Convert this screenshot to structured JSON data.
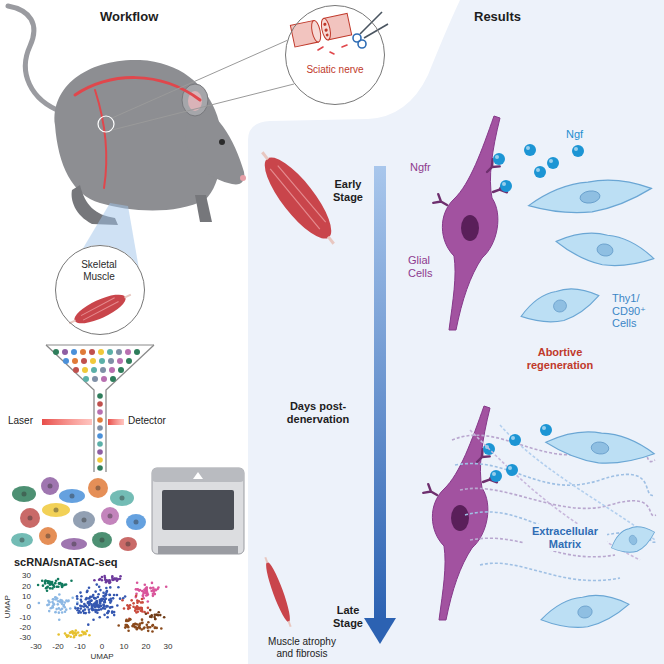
{
  "diagram": {
    "nodes": [
      {
        "text": [
          "Results"
        ]
      },
      {
        "text": [
          "Sciatic nerve"
        ]
      },
      {
        "text": [
          "Skeletal Muscle"
        ]
      }
    ],
    "labels": [
      "Workflow",
      "Laser",
      "Detector",
      "scRNA/snATAC-seq",
      "30",
      "20",
      "10",
      "0",
      "-10",
      "-20",
      "-30",
      "UMAP",
      "-30",
      "-20",
      "-10",
      "0",
      "10",
      "20",
      "30",
      "UMAP",
      "Early Stage",
      "Ngfr",
      "Ngf",
      "Glial Cells",
      "Thy1/ CD90⁺ Cells",
      "Abortive regeneration",
      "Days post-denervation",
      "Extracellular Matrix",
      "Late Stage",
      "Muscle atrophy and fibrosis"
    ]
  }
}
